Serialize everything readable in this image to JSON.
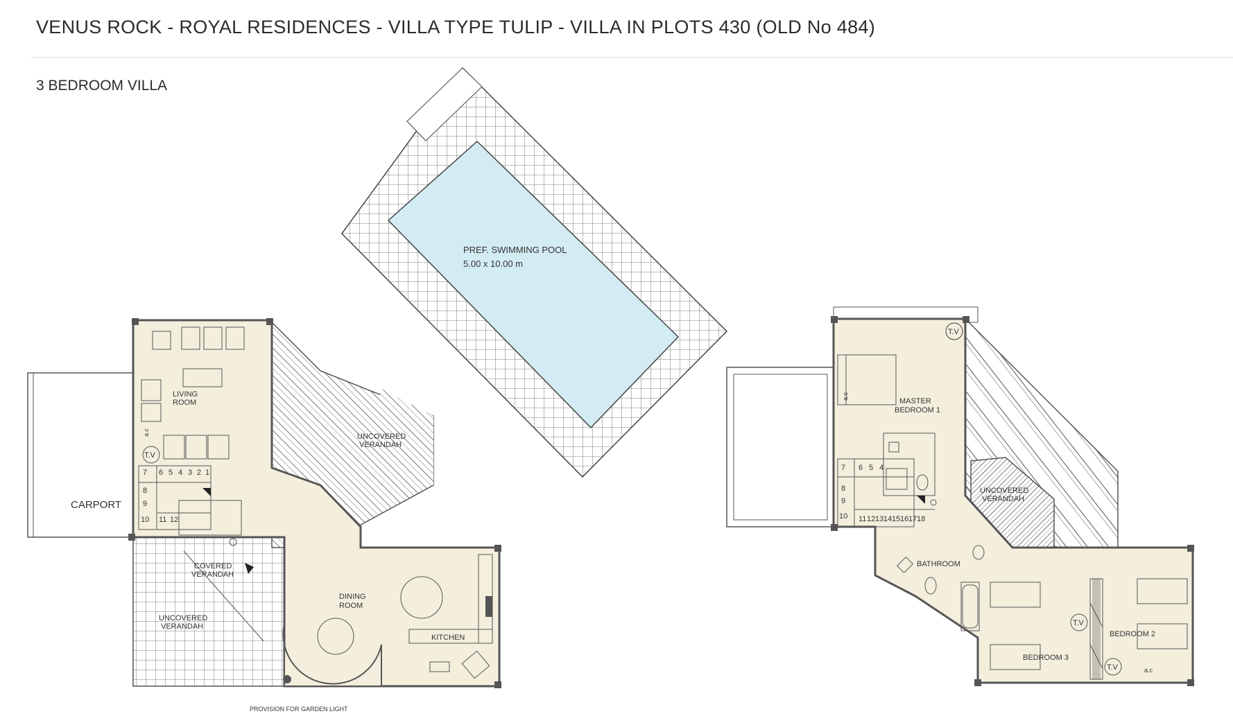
{
  "header": {
    "title": "VENUS ROCK - ROYAL RESIDENCES - VILLA TYPE TULIP - VILLA IN PLOTS 430 (OLD No 484)",
    "subtitle": "3 BEDROOM VILLA"
  },
  "pool": {
    "label": "PREF. SWIMMING POOL",
    "size": "5.00 x 10.00 m"
  },
  "ground_floor": {
    "living_room": [
      "LIVING",
      "ROOM"
    ],
    "tv": "T.V",
    "ac": "a.c",
    "carport": "CARPORT",
    "uncovered_verandah_top": [
      "UNCOVERED",
      "VERANDAH"
    ],
    "covered_verandah": [
      "COVERED",
      "VERANDAH"
    ],
    "uncovered_verandah_left": [
      "UNCOVERED",
      "VERANDAH"
    ],
    "dining_room": [
      "DINING",
      "ROOM"
    ],
    "kitchen": "KITCHEN",
    "stairs_top": [
      "7",
      "6",
      "5",
      "4",
      "3",
      "2",
      "1"
    ],
    "stairs_side": [
      "8",
      "9",
      "10",
      "11",
      "12"
    ],
    "garden_light": "PROVISION  FOR  GARDEN  LIGHT"
  },
  "first_floor": {
    "master_bedroom": [
      "MASTER",
      "BEDROOM  1"
    ],
    "tv": "T.V",
    "ac": "a.c",
    "uncovered_verandah": [
      "UNCOVERED",
      "VERANDAH"
    ],
    "bathroom": "BATHROOM",
    "bedroom2": "BEDROOM  2",
    "bedroom3": "BEDROOM  3",
    "stairs_top": [
      "7",
      "6",
      "5",
      "4"
    ],
    "stairs_side": [
      "8",
      "9",
      "10"
    ],
    "stairs_bottom": [
      "11",
      "12",
      "13",
      "14",
      "15",
      "16",
      "17",
      "18"
    ]
  },
  "colors": {
    "floor_fill": "#f4efdd",
    "wall": "#555555",
    "pool_water": "#d3ebf3",
    "line": "#444444"
  }
}
